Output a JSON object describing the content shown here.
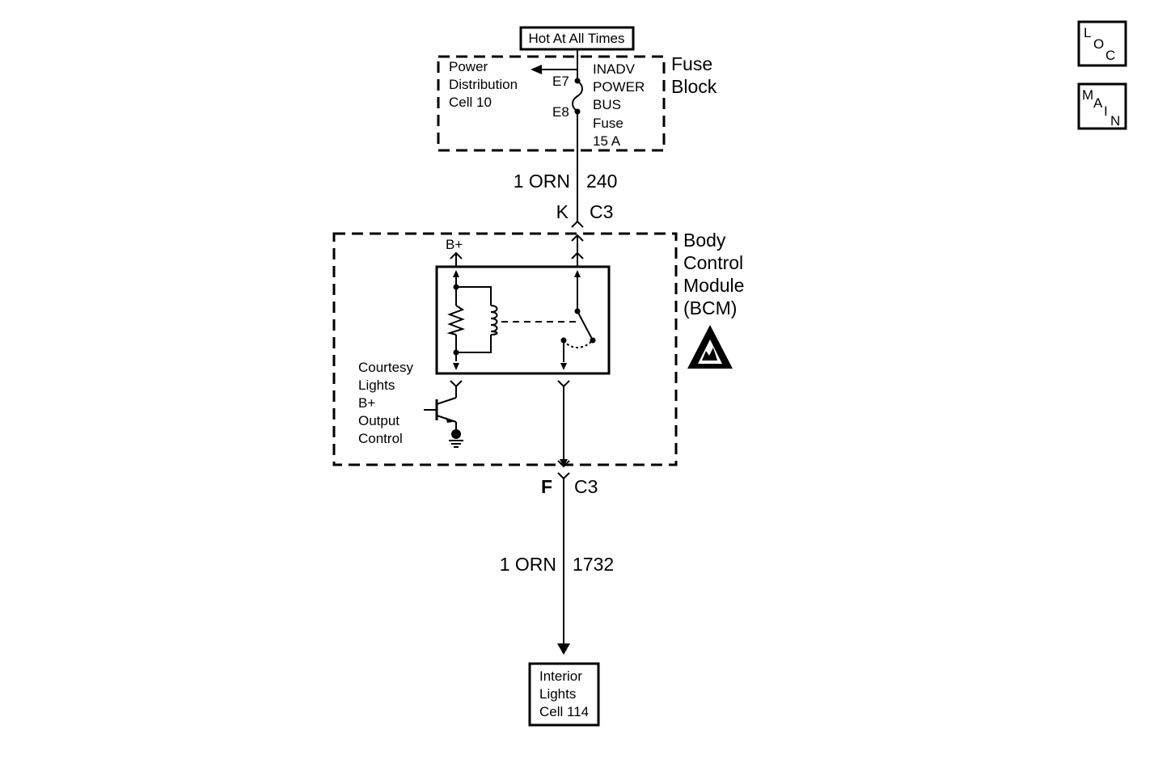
{
  "source": {
    "label": "Hot At All Times"
  },
  "fuse_block": {
    "title_line1": "Fuse",
    "title_line2": "Block",
    "power_dist": [
      "Power",
      "Distribution",
      "Cell 10"
    ],
    "terminal_top": "E7",
    "terminal_bottom": "E8",
    "fuse_lines": [
      "INADV",
      "POWER",
      "BUS",
      "Fuse",
      "15 A"
    ]
  },
  "wire_upper": {
    "gauge": "1 ORN",
    "circuit": "240"
  },
  "connector_upper": {
    "pin": "K",
    "name": "C3"
  },
  "bcm": {
    "title": [
      "Body",
      "Control",
      "Module",
      "(BCM)"
    ],
    "b_plus": "B+",
    "courtesy": [
      "Courtesy",
      "Lights",
      "B+",
      "Output",
      "Control"
    ]
  },
  "connector_lower": {
    "pin": "F",
    "name": "C3"
  },
  "wire_lower": {
    "gauge": "1 ORN",
    "circuit": "1732"
  },
  "destination": {
    "lines": [
      "Interior",
      "Lights",
      "Cell 114"
    ]
  },
  "nav": {
    "loc": {
      "letters": [
        "L",
        "O",
        "C"
      ]
    },
    "main": {
      "letters": [
        "M",
        "A",
        "I",
        "N"
      ]
    }
  }
}
